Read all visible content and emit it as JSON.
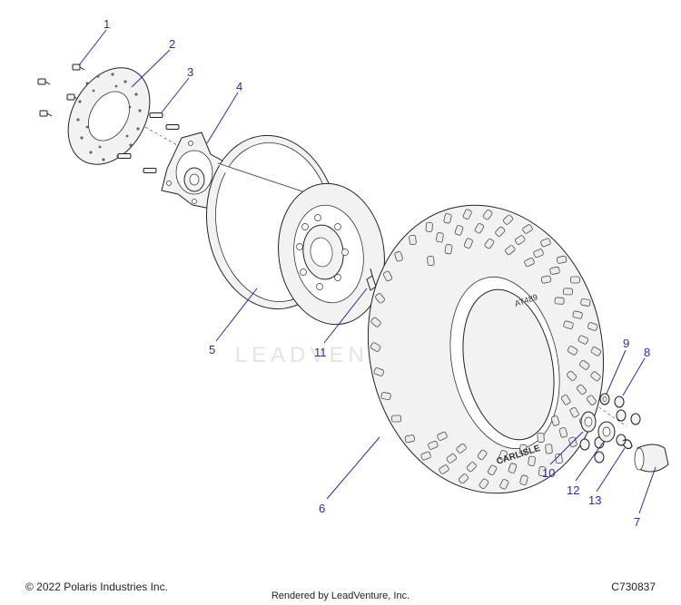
{
  "callouts": {
    "c1": "1",
    "c2": "2",
    "c3": "3",
    "c4": "4",
    "c5": "5",
    "c6": "6",
    "c7": "7",
    "c8": "8",
    "c9": "9",
    "c10": "10",
    "c11": "11",
    "c12": "12",
    "c13": "13"
  },
  "tire_text": {
    "brand": "CARLISLE",
    "model": "AT489"
  },
  "watermark": "LEADVENTURE",
  "footer": {
    "copyright": "© 2022 Polaris Industries Inc.",
    "diagram_id": "C730837",
    "rendered_by": "Rendered by LeadVenture, Inc."
  },
  "colors": {
    "callout": "#2a2aa8",
    "line": "#222222",
    "watermark": "#e3e3e3"
  }
}
